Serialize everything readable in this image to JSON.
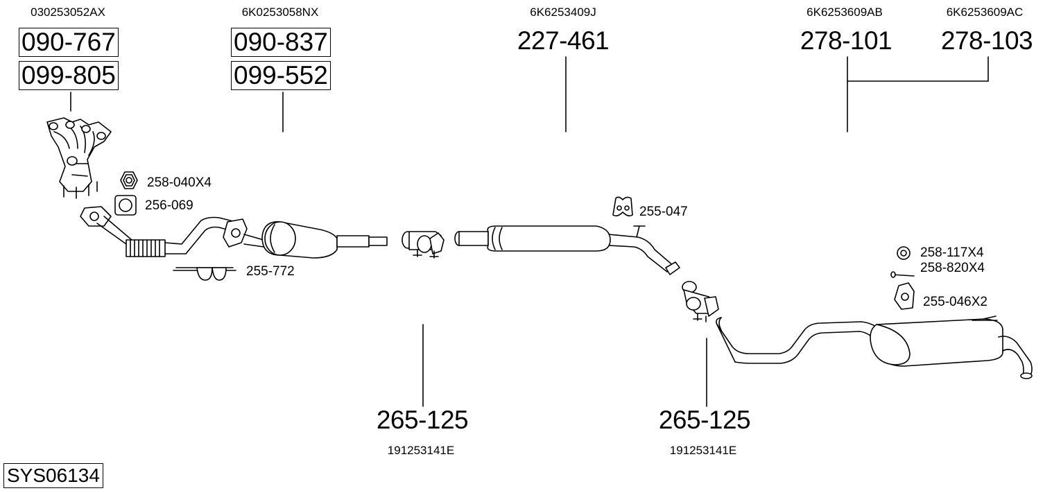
{
  "system_id": "SYS06134",
  "groups": [
    {
      "oe": "030253052AX",
      "parts": [
        "090-767",
        "099-805"
      ]
    },
    {
      "oe": "6K0253058NX",
      "parts": [
        "090-837",
        "099-552"
      ]
    },
    {
      "oe": "6K6253409J",
      "part": "227-461"
    },
    {
      "oe": "6K6253609AB",
      "part": "278-101"
    },
    {
      "oe": "6K6253609AC",
      "part": "278-103"
    }
  ],
  "bottom_groups": [
    {
      "part": "265-125",
      "oe": "191253141E"
    },
    {
      "part": "265-125",
      "oe": "191253141E"
    }
  ],
  "accessories": {
    "nut": "258-040X4",
    "gasket": "256-069",
    "hanger_rubber": "255-772",
    "hanger_mid": "255-047",
    "ring": "258-117X4",
    "bolt": "258-820X4",
    "hanger_rear": "255-046X2"
  }
}
